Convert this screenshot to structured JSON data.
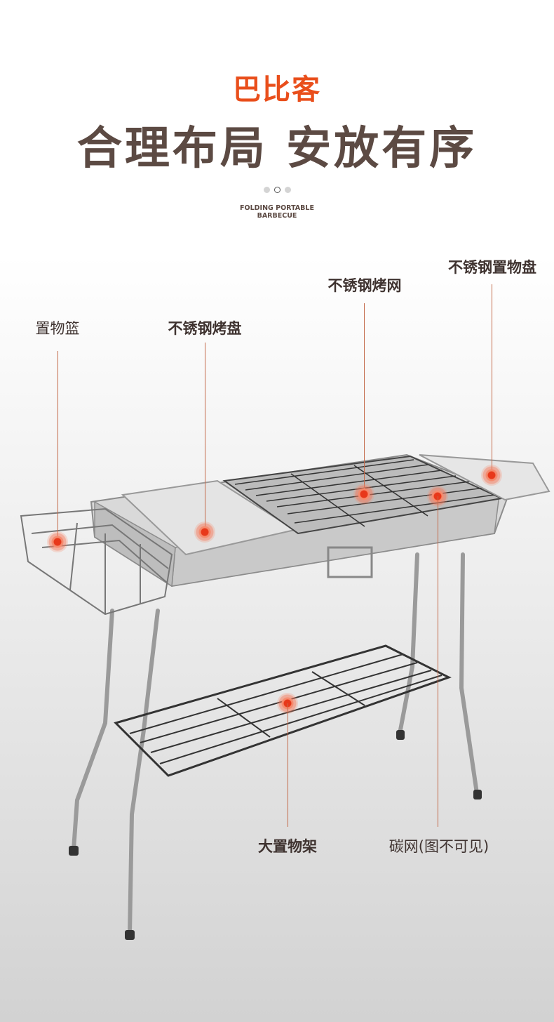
{
  "brand": "巴比客",
  "title": "合理布局 安放有序",
  "carousel": {
    "count": 3,
    "active_index": 1
  },
  "subtitle": {
    "line1": "FOLDING PORTABLE",
    "line2": "BARBECUE"
  },
  "colors": {
    "brand": "#e94e1b",
    "title": "#5c4a43",
    "leader_line": "#c36a4a",
    "marker": "#e8381a"
  },
  "callouts": {
    "basket": "置物篮",
    "tray": "不锈钢烤盘",
    "grill_net": "不锈钢烤网",
    "side_tray": "不锈钢置物盘",
    "shelf": "大置物架",
    "charcoal_net": "碳网(图不可见)"
  }
}
